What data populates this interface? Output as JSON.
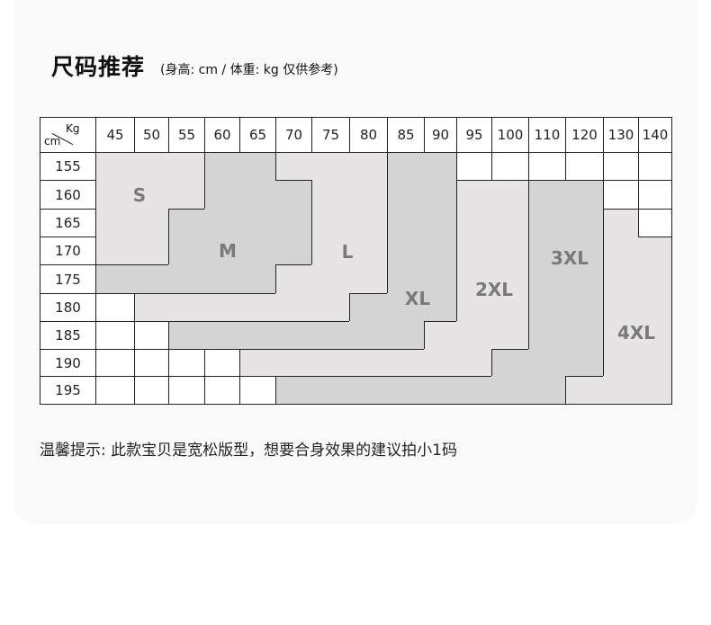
{
  "header": {
    "title": "尺码推荐",
    "subtitle": "(身高: cm / 体重: kg  仅供参考)"
  },
  "table": {
    "corner_top": "Kg",
    "corner_bottom": "cm",
    "weights": [
      "45",
      "50",
      "55",
      "60",
      "65",
      "70",
      "75",
      "80",
      "85",
      "90",
      "95",
      "100",
      "110",
      "120",
      "130",
      "140"
    ],
    "heights": [
      "155",
      "160",
      "165",
      "170",
      "175",
      "180",
      "185",
      "190",
      "195"
    ],
    "size_grid": [
      [
        "S",
        "S",
        "S",
        "M",
        "M",
        "L",
        "L",
        "L",
        "XL",
        "XL",
        "",
        "",
        "",
        "",
        "",
        ""
      ],
      [
        "S",
        "S",
        "S",
        "M",
        "M",
        "M",
        "L",
        "L",
        "XL",
        "XL",
        "2XL",
        "2XL",
        "3XL",
        "3XL",
        "",
        ""
      ],
      [
        "S",
        "S",
        "M",
        "M",
        "M",
        "M",
        "L",
        "L",
        "XL",
        "XL",
        "2XL",
        "2XL",
        "3XL",
        "3XL",
        "4XL",
        ""
      ],
      [
        "S",
        "S",
        "M",
        "M",
        "M",
        "M",
        "L",
        "L",
        "XL",
        "XL",
        "2XL",
        "2XL",
        "3XL",
        "3XL",
        "4XL",
        "4XL"
      ],
      [
        "M",
        "M",
        "M",
        "M",
        "M",
        "L",
        "L",
        "L",
        "XL",
        "XL",
        "2XL",
        "2XL",
        "3XL",
        "3XL",
        "4XL",
        "4XL"
      ],
      [
        "",
        "L",
        "L",
        "L",
        "L",
        "L",
        "L",
        "XL",
        "XL",
        "XL",
        "2XL",
        "2XL",
        "3XL",
        "3XL",
        "4XL",
        "4XL"
      ],
      [
        "",
        "",
        "XL",
        "XL",
        "XL",
        "XL",
        "XL",
        "XL",
        "XL",
        "2XL",
        "2XL",
        "2XL",
        "3XL",
        "3XL",
        "4XL",
        "4XL"
      ],
      [
        "",
        "",
        "",
        "",
        "2XL",
        "2XL",
        "2XL",
        "2XL",
        "2XL",
        "2XL",
        "2XL",
        "3XL",
        "3XL",
        "3XL",
        "4XL",
        "4XL"
      ],
      [
        "",
        "",
        "",
        "",
        "",
        "3XL",
        "3XL",
        "3XL",
        "3XL",
        "3XL",
        "3XL",
        "3XL",
        "3XL",
        "4XL",
        "4XL",
        "4XL"
      ]
    ],
    "sizes": [
      "S",
      "M",
      "L",
      "XL",
      "2XL",
      "3XL",
      "4XL"
    ],
    "size_colors": {
      "S": "#e6e4e5",
      "M": "#d4d4d4",
      "L": "#e6e4e5",
      "XL": "#d4d4d4",
      "2XL": "#e6e4e5",
      "3XL": "#d4d4d4",
      "4XL": "#e6e4e5"
    }
  },
  "footer": {
    "tip": "温馨提示:  此款宝贝是宽松版型，想要合身效果的建议拍小1码"
  }
}
